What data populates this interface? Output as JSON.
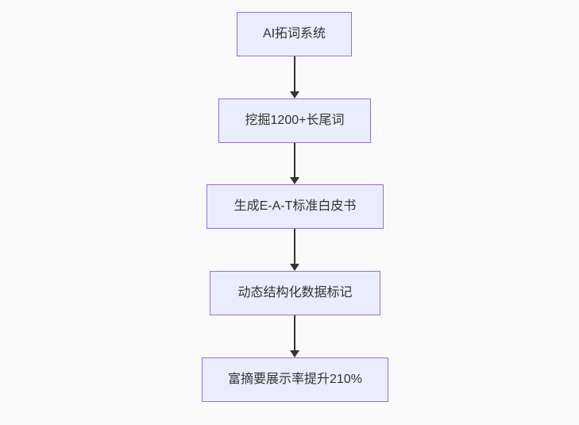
{
  "diagram": {
    "type": "flowchart",
    "direction": "top-down",
    "background_color": "#fafafa",
    "node_fill_color": "#ececff",
    "node_border_color": "#9370db",
    "text_color": "#333333",
    "arrow_color": "#333333",
    "nodes": [
      {
        "label": "AI拓词系统"
      },
      {
        "label": "挖掘1200+长尾词"
      },
      {
        "label": "生成E-A-T标准白皮书"
      },
      {
        "label": "动态结构化数据标记"
      },
      {
        "label": "富摘要展示率提升210%"
      }
    ],
    "edges": [
      {
        "from": "AI拓词系统",
        "to": "挖掘1200+长尾词"
      },
      {
        "from": "挖掘1200+长尾词",
        "to": "生成E-A-T标准白皮书"
      },
      {
        "from": "生成E-A-T标准白皮书",
        "to": "动态结构化数据标记"
      },
      {
        "from": "动态结构化数据标记",
        "to": "富摘要展示率提升210%"
      }
    ]
  }
}
